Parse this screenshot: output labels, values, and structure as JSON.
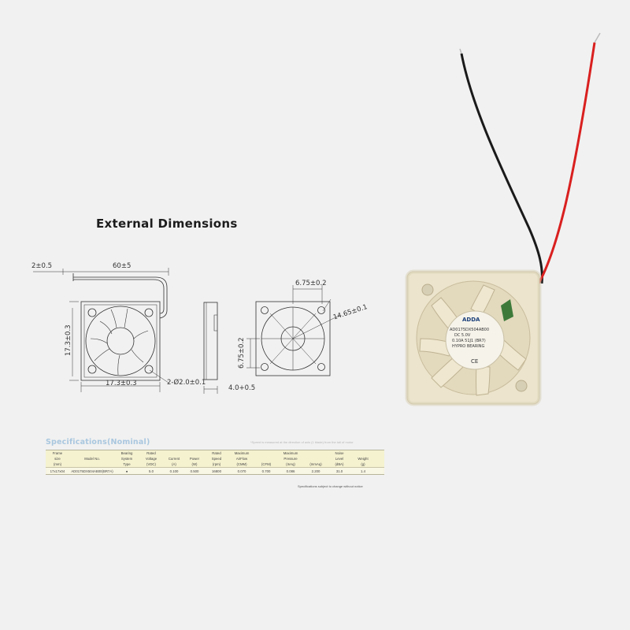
{
  "heading": "External Dimensions",
  "dimensions": {
    "lead_length": "2±0.5",
    "cable_length": "60±5",
    "height_front": "17.3±0.3",
    "width_front": "17.3±0.3",
    "hole_dia": "2-Ø2.0±0.1",
    "hole_spacing_top": "6.75±0.2",
    "hole_spacing_side": "6.75±0.2",
    "diagonal": "14.65±0.1",
    "thickness": "4.0+0.5"
  },
  "fan_label": {
    "brand": "ADDA",
    "model": "AD0175DX504AB00",
    "voltage": "DC 5.0V",
    "current": "0.10A 51J1 (BR7)",
    "bearing": "HYPRO BEARING",
    "mark": "CE"
  },
  "specifications": {
    "title": "Specifications(Nominal)",
    "note": "*Speed is measured at the direction of axis (1 blade) from the tail of motor",
    "columns": [
      [
        "Frame",
        "size",
        "(mm)"
      ],
      [
        "",
        "Model No.",
        ""
      ],
      [
        "Bearing",
        "System",
        "Type"
      ],
      [
        "Rated",
        "Voltage",
        "(VDC)"
      ],
      [
        "",
        "Current",
        "(A)"
      ],
      [
        "",
        "Power",
        "(W)"
      ],
      [
        "Rated",
        "Speed",
        "(rpm)"
      ],
      [
        "Maximum",
        "AirFlow",
        "(CMM)"
      ],
      [
        "",
        "",
        "(CFM)"
      ],
      [
        "Maximum",
        "Pressure",
        "(InAq)"
      ],
      [
        "",
        "",
        "(mmAq)"
      ],
      [
        "Noise",
        "Level",
        "(dBA)"
      ],
      [
        "",
        "Weight",
        "(g)"
      ]
    ],
    "values": [
      "17x17x04",
      "AD0175DX504AB00(BR7A)",
      "●",
      "5.0",
      "0.100",
      "0.500",
      "16800",
      "0.070",
      "0.700",
      "0.086",
      "2.200",
      "31.0",
      "1.4"
    ],
    "footer": "Specifications subject to change without notice"
  },
  "colors": {
    "background": "#f1f1f1",
    "fan_body": "#ece4cc",
    "wire_red": "#d9201f",
    "wire_black": "#1a1a1a",
    "spec_table": "#f5f2d0",
    "spec_title": "#a9c7df"
  }
}
